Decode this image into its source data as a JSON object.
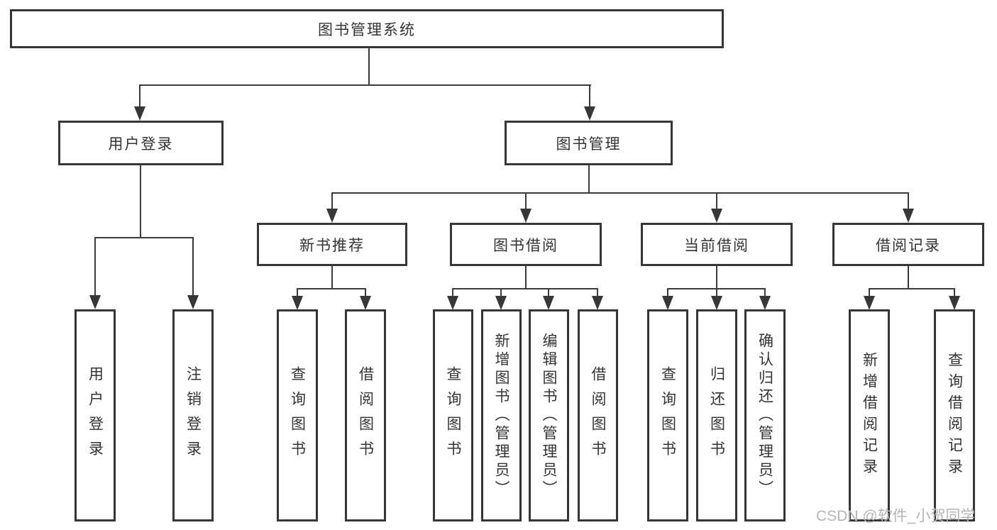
{
  "tree": {
    "root": {
      "label": "图书管理系统",
      "children": [
        {
          "label": "用户登录",
          "children": [
            {
              "label": "用户登录"
            },
            {
              "label": "注销登录"
            }
          ]
        },
        {
          "label": "图书管理",
          "children": [
            {
              "label": "新书推荐",
              "children": [
                {
                  "label": "查询图书"
                },
                {
                  "label": "借阅图书"
                }
              ]
            },
            {
              "label": "图书借阅",
              "children": [
                {
                  "label": "查询图书"
                },
                {
                  "label": "新增图书（管理员）"
                },
                {
                  "label": "编辑图书（管理员）"
                },
                {
                  "label": "借阅图书"
                }
              ]
            },
            {
              "label": "当前借阅",
              "children": [
                {
                  "label": "查询图书"
                },
                {
                  "label": "归还图书"
                },
                {
                  "label": "确认归还（管理员）"
                }
              ]
            },
            {
              "label": "借阅记录",
              "children": [
                {
                  "label": "新增借阅记录"
                },
                {
                  "label": "查询借阅记录"
                }
              ]
            }
          ]
        }
      ]
    }
  },
  "watermark": {
    "text": "CSDN @软件_小贺同学"
  },
  "colors": {
    "line": "#3a3a3a",
    "border": "#373737",
    "text": "#333333",
    "watermark": "#b5b5b5",
    "background": "#ffffff"
  }
}
